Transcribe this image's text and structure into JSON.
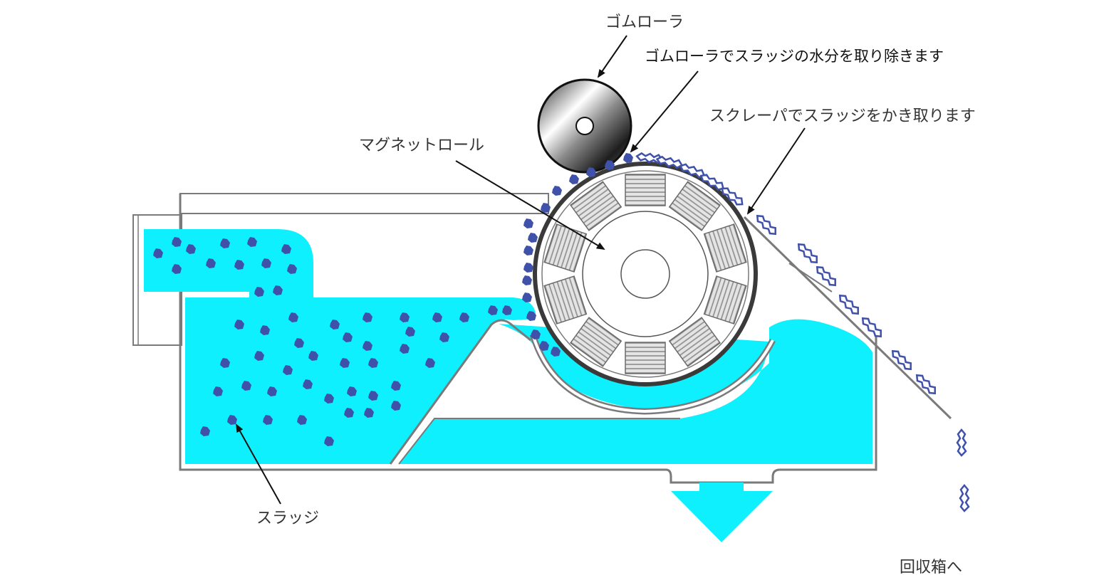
{
  "labels": {
    "rubber_roller": "ゴムローラ",
    "rubber_roller_note": "ゴムローラでスラッジの水分を取り除きます",
    "scraper_note": "スクレーパでスラッジをかき取ります",
    "magnet_roll": "マグネットロール",
    "sludge": "スラッジ",
    "to_collection_box": "回収箱へ"
  },
  "colors": {
    "liquid": "#0ff0ff",
    "sludge": "#3f51a8",
    "outline": "#7a7a7a",
    "magnet_block": "#c8c8c8"
  }
}
